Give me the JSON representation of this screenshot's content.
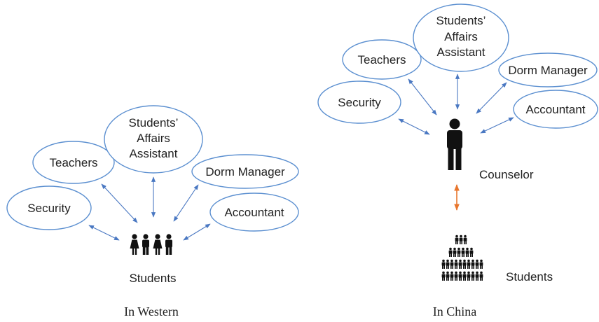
{
  "western": {
    "caption": "In Western",
    "center_label": "Students",
    "nodes": {
      "security": "Security",
      "teachers": "Teachers",
      "students_affairs": [
        "Students’",
        "Affairs",
        "Assistant"
      ],
      "dorm_manager": "Dorm Manager",
      "accountant": "Accountant"
    }
  },
  "china": {
    "caption": "In China",
    "counselor_label": "Counselor",
    "students_label": "Students",
    "nodes": {
      "security": "Security",
      "teachers": "Teachers",
      "students_affairs": [
        "Students’",
        "Affairs",
        "Assistant"
      ],
      "dorm_manager": "Dorm Manager",
      "accountant": "Accountant"
    }
  },
  "colors": {
    "ellipse_stroke": "#5b8fd0",
    "connector_arrow": "#4a78c2",
    "counselor_arrow": "#e8762d",
    "icon_fill": "#111111"
  }
}
